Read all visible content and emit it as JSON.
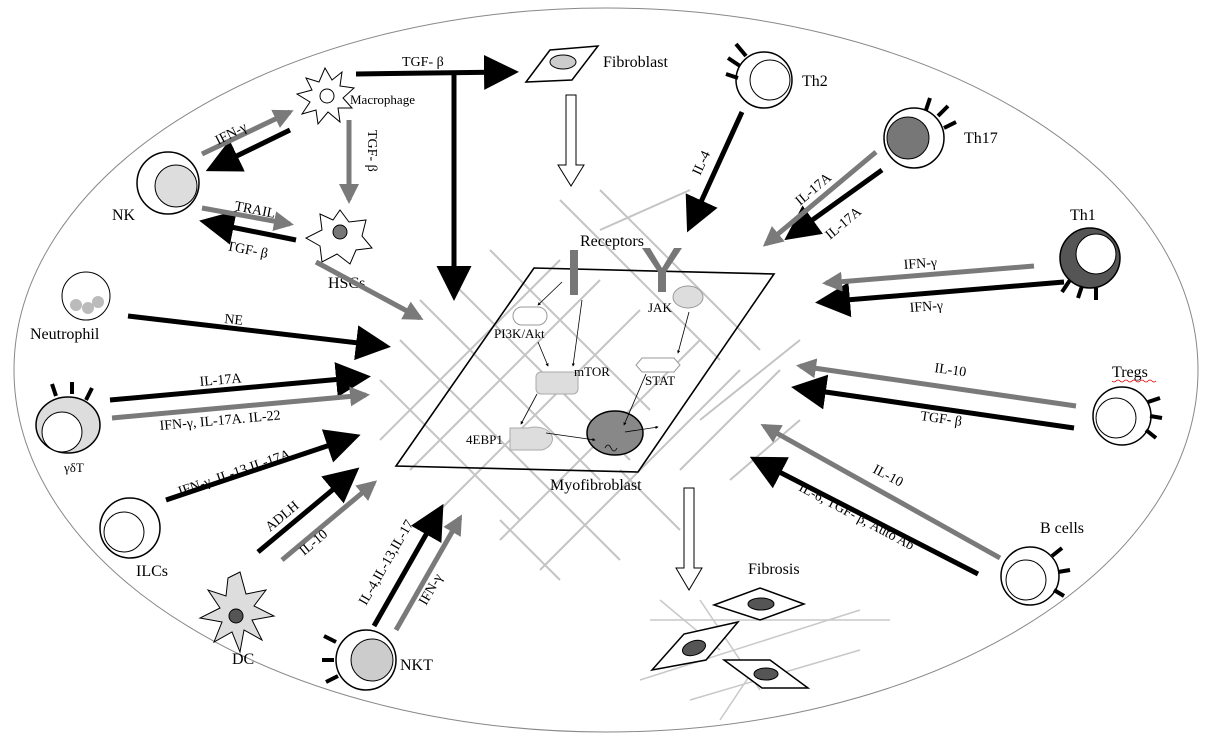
{
  "cells": {
    "fibroblast": "Fibroblast",
    "macrophage": "Macrophage",
    "nk": "NK",
    "hscs": "HSCs",
    "neutrophil": "Neutrophil",
    "gdt": "γδT",
    "ilcs": "ILCs",
    "dc": "DC",
    "nkt": "NKT",
    "th2": "Th2",
    "th17": "Th17",
    "th1": "Th1",
    "tregs": "Tregs",
    "bcells": "B cells",
    "myofibroblast": "Myofibroblast",
    "fibrosis": "Fibrosis"
  },
  "signaling": {
    "receptors": "Receptors",
    "pi3k": "PI3K/Akt",
    "mtor": "mTOR",
    "jak": "JAK",
    "stat": "STAT",
    "ebp": "4EBP1"
  },
  "labels": {
    "mac_fib_tgfb": "TGF- β",
    "nk_mac_ifng": "IFN-γ",
    "mac_hsc_tgfb": "TGF- β",
    "nk_hsc_trail": "TRAIL",
    "hsc_nk_tgfb": "TGF- β",
    "neut_ne": "NE",
    "gdt_il17a": "IL-17A",
    "gdt_multi": "IFN-γ, IL-17A. IL-22",
    "ilc_multi": "IFN-γ, IL-13,IL-17A",
    "dc_adlh": "ADLH",
    "dc_il10": "IL-10",
    "nkt_multi": "IL-4,IL-13,IL-17",
    "nkt_ifng": "IFN-γ",
    "th2_il4": "IL-4",
    "th17_il17a_1": "IL-17A",
    "th17_il17a_2": "IL-17A",
    "th1_ifng_1": "IFN-γ",
    "th1_ifng_2": "IFN-γ",
    "treg_il10": "IL-10",
    "treg_tgfb": "TGF- β",
    "b_il10": "IL-10",
    "b_multi": "IL-6, TGF- β, Auto Ab"
  }
}
